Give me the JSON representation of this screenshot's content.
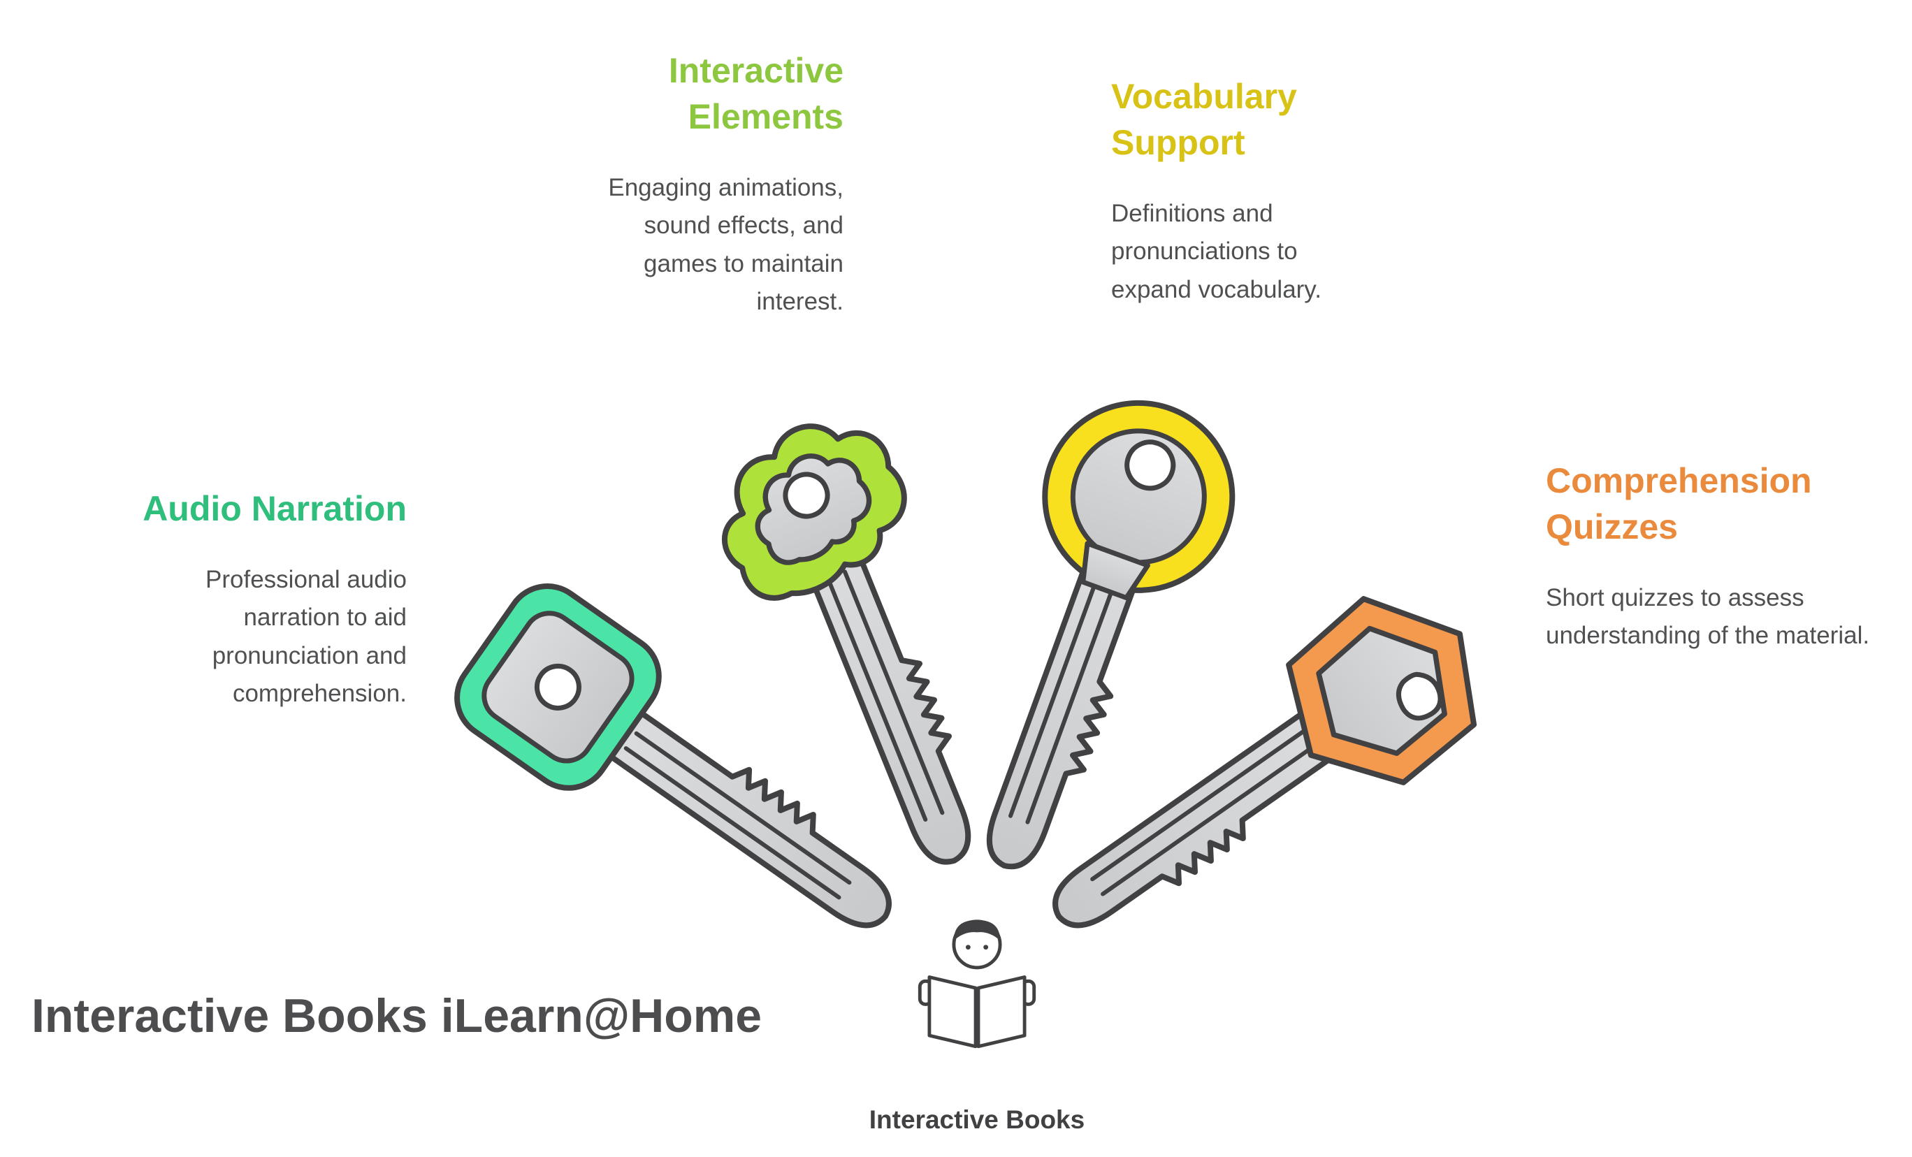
{
  "title": "Interactive Books iLearn@Home",
  "center_label": "Interactive Books",
  "features": [
    {
      "title": "Audio Narration",
      "description": "Professional audio narration to aid pronunciation and comprehension.",
      "title_color": "#2FBE7C",
      "key_color": "#4CE3A7",
      "key_shape": "rounded-square"
    },
    {
      "title": "Interactive Elements",
      "description": "Engaging animations, sound effects, and games to maintain interest.",
      "title_color": "#8DC63F",
      "key_color": "#AEE23B",
      "key_shape": "cloud"
    },
    {
      "title": "Vocabulary Support",
      "description": "Definitions and pronunciations to expand vocabulary.",
      "title_color": "#D8C216",
      "key_color": "#F8E01F",
      "key_shape": "circle"
    },
    {
      "title": "Comprehension Quizzes",
      "description": "Short quizzes to assess understanding of the material.",
      "title_color": "#E98A3C",
      "key_color": "#F49A4E",
      "key_shape": "hexagon"
    }
  ],
  "colors": {
    "body_text": "#4F5052",
    "title_text": "#4D4D4F",
    "key_outline": "#414042",
    "key_fill": "#D1D3D4"
  }
}
